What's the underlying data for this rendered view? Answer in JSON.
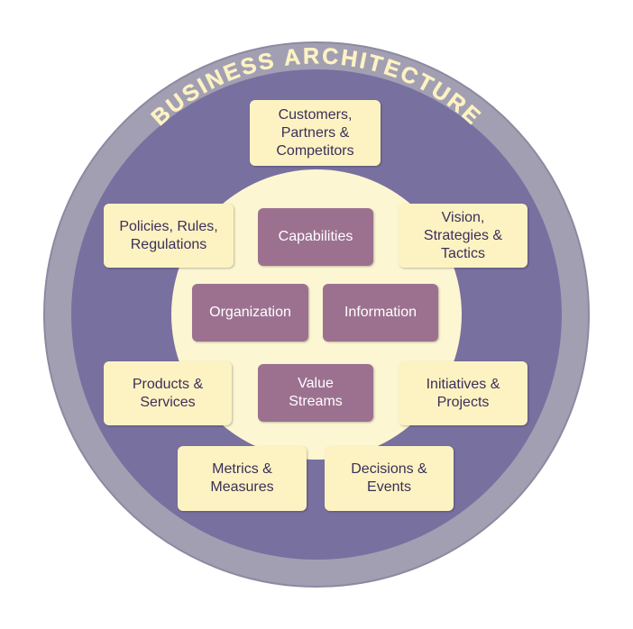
{
  "diagram": {
    "title": "BUSINESS ARCHITECTURE",
    "colors": {
      "outer_ring": "#a29fb3",
      "ring_border": "#8d89a0",
      "inner_disc": "#78709f",
      "core_circle": "#fdf6d2",
      "outer_box": "#fdf3c2",
      "core_box": "#9c7190",
      "title_text": "#fdf3c2"
    },
    "outer_boxes": {
      "customers": "Customers,\nPartners &\nCompetitors",
      "policies": "Policies, Rules,\nRegulations",
      "vision": "Vision,\nStrategies &\nTactics",
      "products": "Products &\nServices",
      "initiatives": "Initiatives &\nProjects",
      "metrics": "Metrics &\nMeasures",
      "decisions": "Decisions &\nEvents"
    },
    "core_boxes": {
      "capabilities": "Capabilities",
      "organization": "Organization",
      "information": "Information",
      "value_streams": "Value\nStreams"
    }
  }
}
